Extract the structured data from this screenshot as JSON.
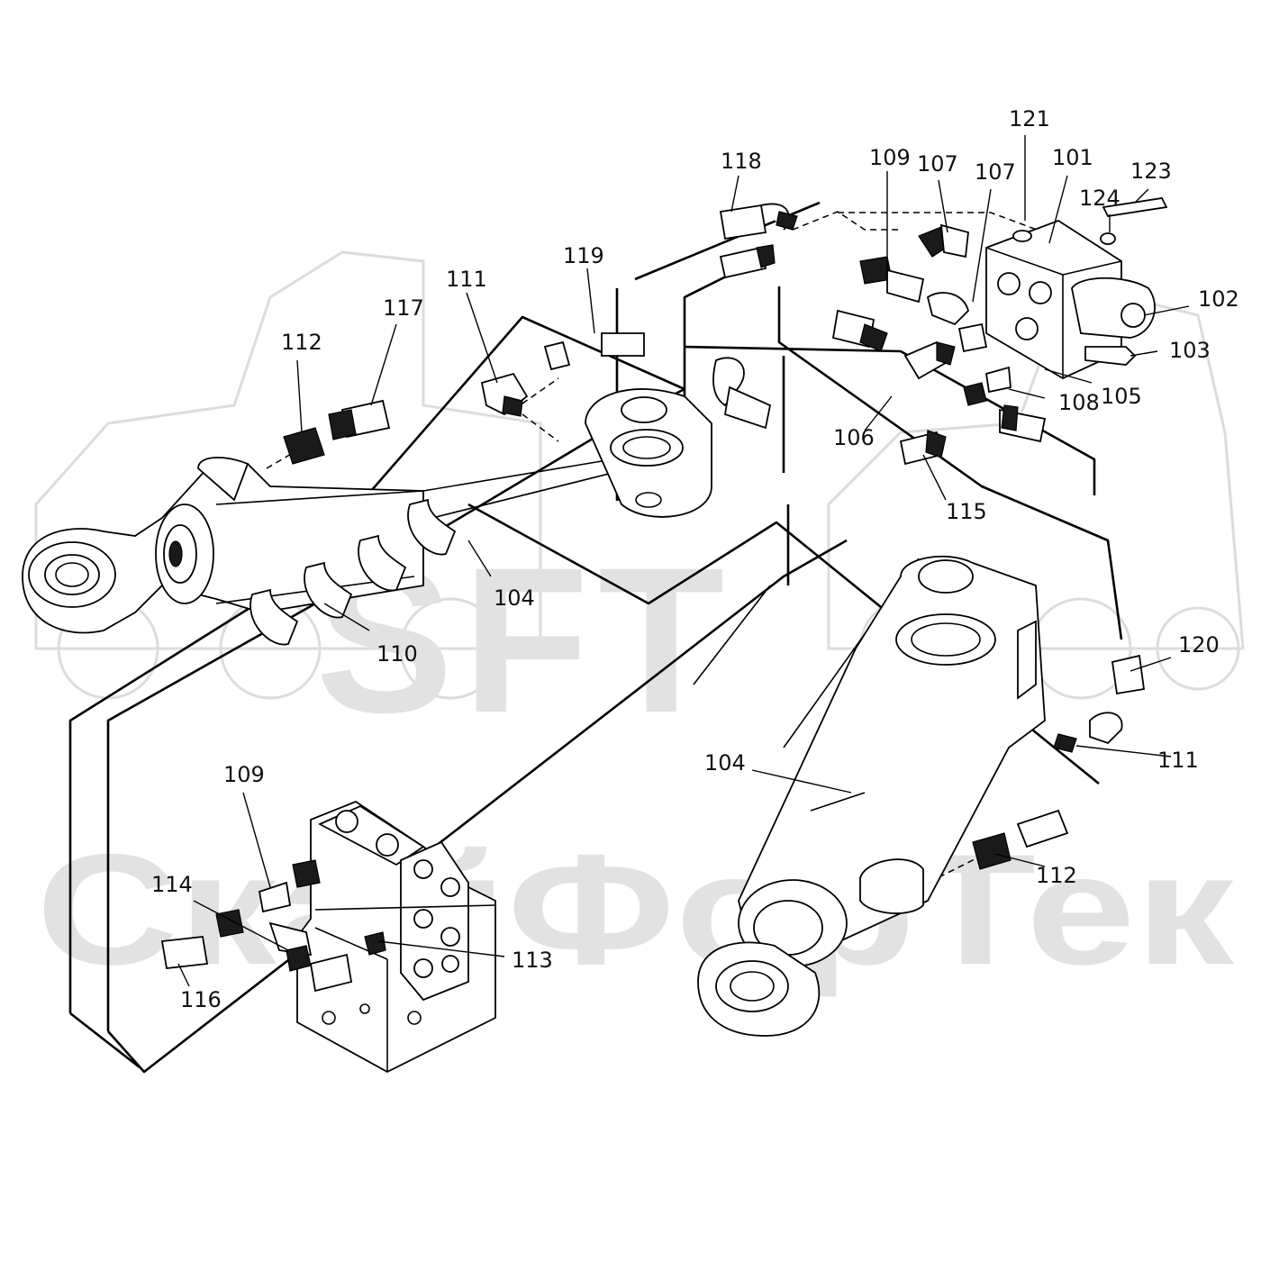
{
  "watermark": {
    "logo": "SFT",
    "brand": "СкайФорТек"
  },
  "callouts": [
    "121",
    "101",
    "123",
    "124",
    "118",
    "109",
    "107",
    "107",
    "119",
    "111",
    "117",
    "112",
    "102",
    "103",
    "105",
    "108",
    "106",
    "115",
    "104",
    "110",
    "120",
    "111",
    "104",
    "112",
    "109",
    "114",
    "113",
    "116"
  ]
}
